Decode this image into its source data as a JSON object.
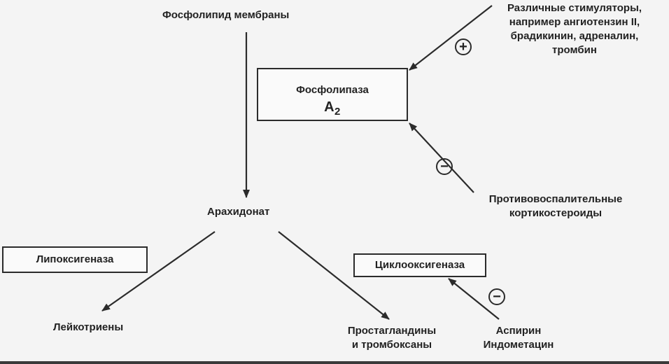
{
  "nodes": {
    "membrane": "Фосфолипид мембраны",
    "stimulators": [
      "Различные стимуляторы,",
      "например ангиотензин II,",
      "брадикинин, адреналин,",
      "тромбин"
    ],
    "phospholipase_title": "Фосфолипаза",
    "phospholipase_sub": "A",
    "phospholipase_sub_index": "2",
    "corticosteroids": [
      "Противовоспалительные",
      "кортикостероиды"
    ],
    "arachidonate": "Арахидонат",
    "lipoxygenase": "Липоксигеназа",
    "cyclooxygenase": "Циклооксигеназа",
    "leukotrienes": "Лейкотриены",
    "prostaglandins": [
      "Простагландины",
      "и тромбоксаны"
    ],
    "nsaids": [
      "Аспирин",
      "Индометацин"
    ]
  },
  "signs": {
    "activation": "+",
    "inhibition_phospholipase": "−",
    "inhibition_cyclooxygenase": "−"
  },
  "colors": {
    "ink": "#2b2b2b",
    "background": "#f4f4f4"
  }
}
